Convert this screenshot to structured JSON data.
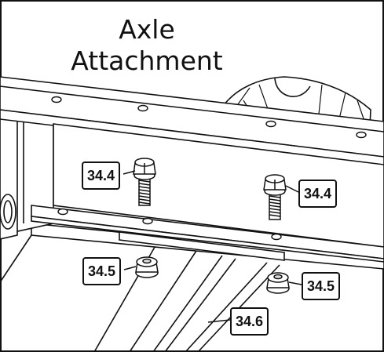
{
  "title": {
    "line1": "Axle",
    "line2": "Attachment"
  },
  "callouts": [
    {
      "label": "34.4",
      "part": "hex-flange-bolt"
    },
    {
      "label": "34.4",
      "part": "hex-flange-bolt"
    },
    {
      "label": "34.5",
      "part": "hex-flange-nut"
    },
    {
      "label": "34.5",
      "part": "hex-flange-nut"
    },
    {
      "label": "34.6",
      "part": "axle-beam"
    }
  ],
  "colors": {
    "line": "#111111",
    "background": "#ffffff",
    "surface": "#f2f2f2"
  }
}
